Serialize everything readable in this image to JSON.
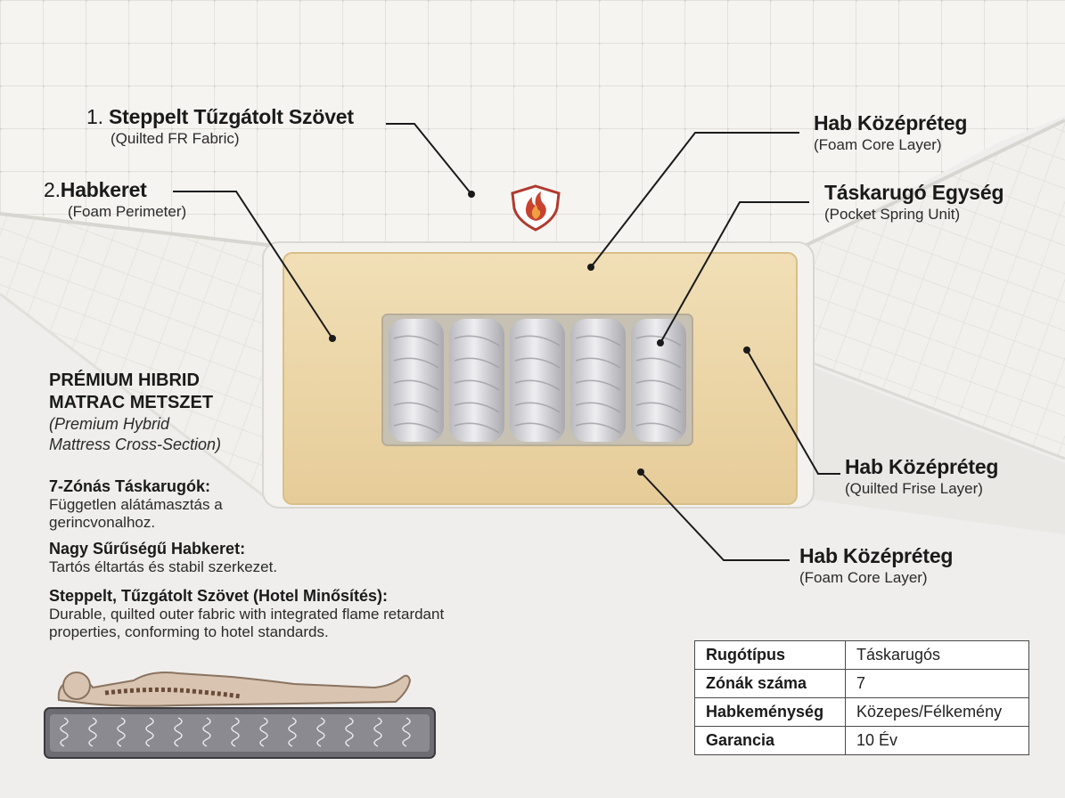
{
  "callouts": {
    "fabric": {
      "number": "1.",
      "title": "Steppelt Tűzgátolt Szövet",
      "subtitle": "(Quilted FR Fabric)"
    },
    "perimeter": {
      "number": "2.",
      "title": "Habkeret",
      "subtitle": "(Foam Perimeter)"
    },
    "foam_core_top": {
      "title": "Hab Középréteg",
      "subtitle": "(Foam Core Layer)"
    },
    "pocket_spring": {
      "title": "Táskarugó Egység",
      "subtitle": "(Pocket Spring Unit)"
    },
    "frise": {
      "title": "Hab Középréteg",
      "subtitle": "(Quilted Frise Layer)"
    },
    "foam_core_bottom": {
      "title": "Hab Középréteg",
      "subtitle": "(Foam Core Layer)"
    }
  },
  "heading": {
    "line1": "PRÉMIUM HIBRID",
    "line2": "MATRAC METSZET",
    "sub1": "(Premium Hybrid",
    "sub2": "Mattress Cross-Section)"
  },
  "features": [
    {
      "title": "7-Zónás Táskarugók:",
      "desc1": "Független alátámasztás a",
      "desc2": "gerincvonalhoz."
    },
    {
      "title": "Nagy Sűrűségű Habkeret:",
      "desc1": "Tartós éltartás és stabil szerkezet.",
      "desc2": ""
    },
    {
      "title": "Steppelt, Tűzgátolt Szövet (Hotel Minősítés):",
      "desc1": "Durable, quilted outer fabric with integrated flame retardant",
      "desc2": "properties, conforming to hotel standards."
    }
  ],
  "specs": [
    {
      "key": "Rugótípus",
      "value": "Táskarugós"
    },
    {
      "key": "Zónák száma",
      "value": "7"
    },
    {
      "key": "Habkeménység",
      "value": "Közepes/Félkemény"
    },
    {
      "key": "Garancia",
      "value": "10 Év"
    }
  ],
  "icons": {
    "fire_shield": "fire-shield-icon",
    "spine": "spine-support-icon"
  },
  "colors": {
    "fabric": "#f4f3f0",
    "foam": "#ecd7a9",
    "spring_pocket": "#d6d6da",
    "leader_line": "#1a1a1a",
    "fire_shield": "#b03a2e"
  }
}
